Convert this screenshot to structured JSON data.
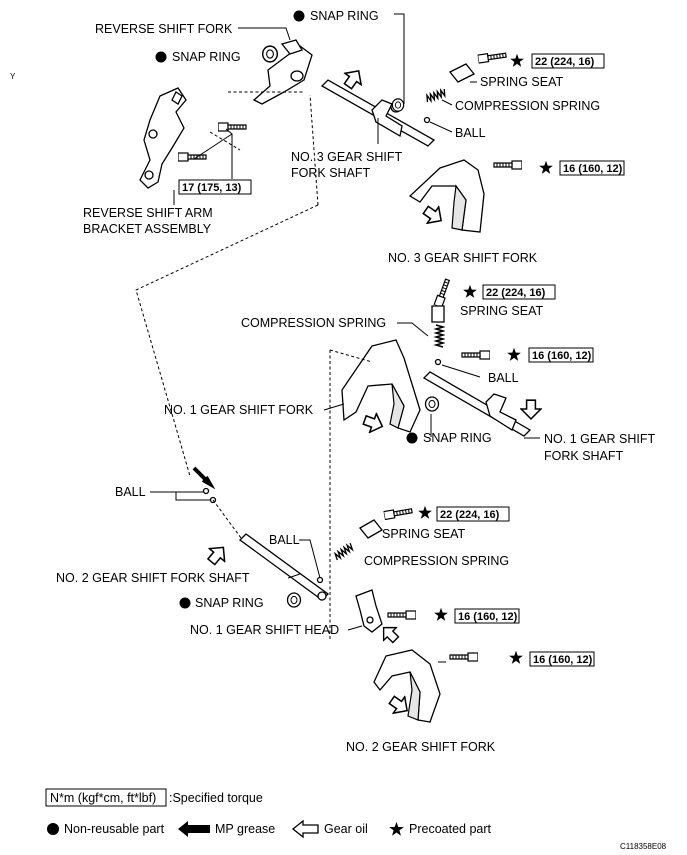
{
  "diagram": {
    "corner_mark": "Y",
    "figure_id": "C118358E08",
    "labels": {
      "reverse_shift_fork": "REVERSE SHIFT FORK",
      "snap_ring_top_left": "SNAP RING",
      "snap_ring_top": "SNAP RING",
      "spring_seat_top": "SPRING SEAT",
      "compression_spring_top": "COMPRESSION SPRING",
      "ball_top": "BALL",
      "no3_shaft_line1": "NO. 3 GEAR SHIFT",
      "no3_shaft_line2": "FORK SHAFT",
      "reverse_bracket_line1": "REVERSE SHIFT ARM",
      "reverse_bracket_line2": "BRACKET ASSEMBLY",
      "no3_fork": "NO. 3 GEAR SHIFT FORK",
      "compression_spring_mid": "COMPRESSION SPRING",
      "spring_seat_mid": "SPRING SEAT",
      "ball_mid": "BALL",
      "no1_fork": "NO. 1 GEAR SHIFT FORK",
      "snap_ring_mid": "SNAP RING",
      "no1_shaft_line1": "NO. 1 GEAR SHIFT",
      "no1_shaft_line2": "FORK SHAFT",
      "ball_left": "BALL",
      "spring_seat_low": "SPRING SEAT",
      "ball_low": "BALL",
      "compression_spring_low": "COMPRESSION SPRING",
      "no2_shaft": "NO. 2 GEAR SHIFT FORK SHAFT",
      "snap_ring_low": "SNAP RING",
      "no1_head": "NO. 1 GEAR SHIFT HEAD",
      "no2_fork": "NO. 2 GEAR SHIFT FORK"
    },
    "torques": {
      "t1": "22 (224, 16)",
      "t2": "17 (175, 13)",
      "t3": "16 (160, 12)",
      "t4": "22 (224, 16)",
      "t5": "16 (160, 12)",
      "t6": "22 (224, 16)",
      "t7": "16 (160, 12)",
      "t8": "16 (160, 12)"
    }
  },
  "legend": {
    "torque_unit": "N*m (kgf*cm, ft*lbf)",
    "torque_desc": ":Specified torque",
    "non_reusable": "Non-reusable part",
    "mp_grease": "MP grease",
    "gear_oil": "Gear oil",
    "precoated": "Precoated part"
  }
}
